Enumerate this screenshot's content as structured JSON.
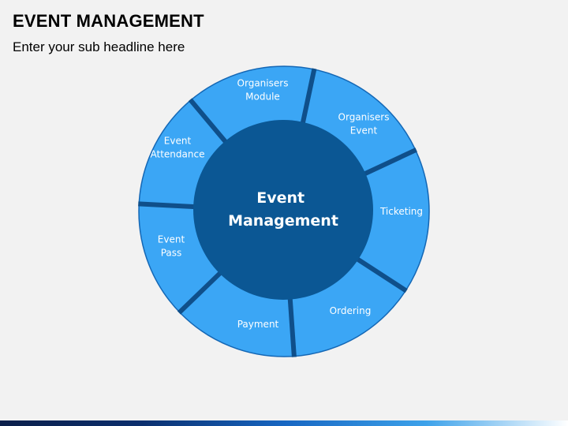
{
  "slide": {
    "title": "EVENT MANAGEMENT",
    "subtitle": "Enter your sub headline here"
  },
  "diagram": {
    "center": [
      "Event",
      "Management"
    ],
    "segments": [
      {
        "lines": [
          "Organisers",
          "Module"
        ]
      },
      {
        "lines": [
          "Organisers",
          "Event"
        ]
      },
      {
        "lines": [
          "Ticketing"
        ]
      },
      {
        "lines": [
          "Ordering"
        ]
      },
      {
        "lines": [
          "Payment"
        ]
      },
      {
        "lines": [
          "Event",
          "Pass"
        ]
      },
      {
        "lines": [
          "Event",
          "Attendance"
        ]
      }
    ],
    "colors": {
      "segment_fill": "#3ba6f5",
      "segment_stroke": "#1467b5",
      "divider": "#0f4f8a",
      "center_fill": "#0b5794"
    }
  }
}
